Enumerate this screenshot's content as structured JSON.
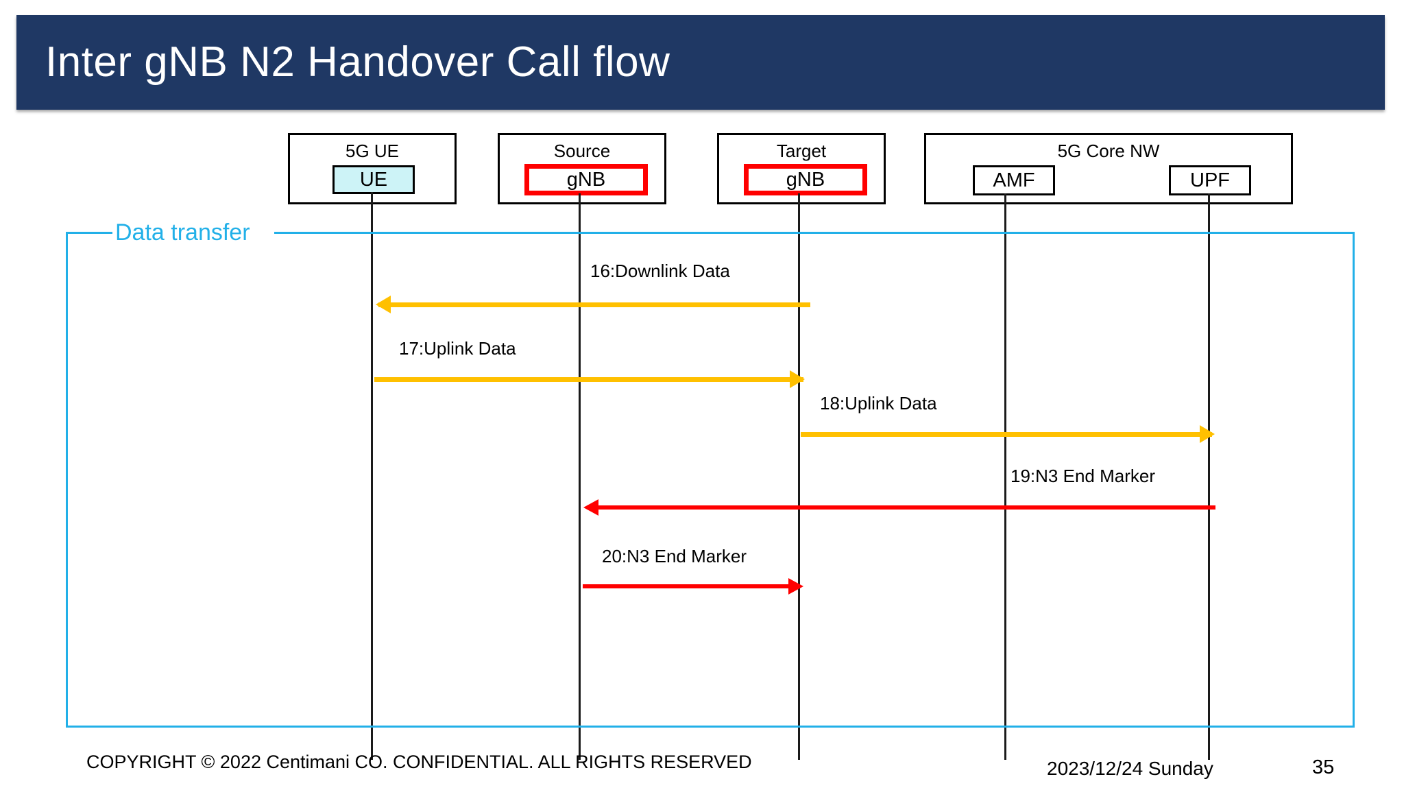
{
  "slide": {
    "title": "Inter gNB N2 Handover Call flow",
    "title_bar_color": "#1F3864"
  },
  "participants": [
    {
      "id": "ue",
      "header_label": "5G  UE",
      "inner_label": "UE",
      "inner_style": "cyan-fill",
      "inner_fill": "#CDF3F7",
      "inner_border": "#000000"
    },
    {
      "id": "source-gnb",
      "header_label": "Source",
      "inner_label": "gNB",
      "inner_style": "red-outline",
      "inner_fill": "#FFFFFF",
      "inner_border": "#FF0000"
    },
    {
      "id": "target-gnb",
      "header_label": "Target",
      "inner_label": "gNB",
      "inner_style": "red-outline",
      "inner_fill": "#FFFFFF",
      "inner_border": "#FF0000"
    },
    {
      "id": "core-nw",
      "header_label": "5G Core NW",
      "children": [
        {
          "id": "amf",
          "inner_label": "AMF",
          "inner_style": "plain",
          "inner_border": "#000000"
        },
        {
          "id": "upf",
          "inner_label": "UPF",
          "inner_style": "plain",
          "inner_border": "#000000"
        }
      ]
    }
  ],
  "fragment": {
    "label": "Data transfer",
    "color": "#22B0E8"
  },
  "messages": [
    {
      "seq": "16",
      "label": "16:Downlink Data",
      "from": "target-gnb",
      "to": "ue",
      "direction": "left",
      "color": "#FFC000"
    },
    {
      "seq": "17",
      "label": "17:Uplink Data",
      "from": "ue",
      "to": "target-gnb",
      "direction": "right",
      "color": "#FFC000"
    },
    {
      "seq": "18",
      "label": "18:Uplink Data",
      "from": "target-gnb",
      "to": "upf",
      "direction": "right",
      "color": "#FFC000"
    },
    {
      "seq": "19",
      "label": "19:N3 End Marker",
      "from": "upf",
      "to": "source-gnb",
      "direction": "left",
      "color": "#FF0000"
    },
    {
      "seq": "20",
      "label": "20:N3 End Marker",
      "from": "source-gnb",
      "to": "target-gnb",
      "direction": "right",
      "color": "#FF0000"
    }
  ],
  "footer": {
    "copyright": "COPYRIGHT © 2022 Centimani CO. CONFIDENTIAL. ALL RIGHTS RESERVED",
    "date": "2023/12/24 Sunday",
    "page_number": "35"
  }
}
